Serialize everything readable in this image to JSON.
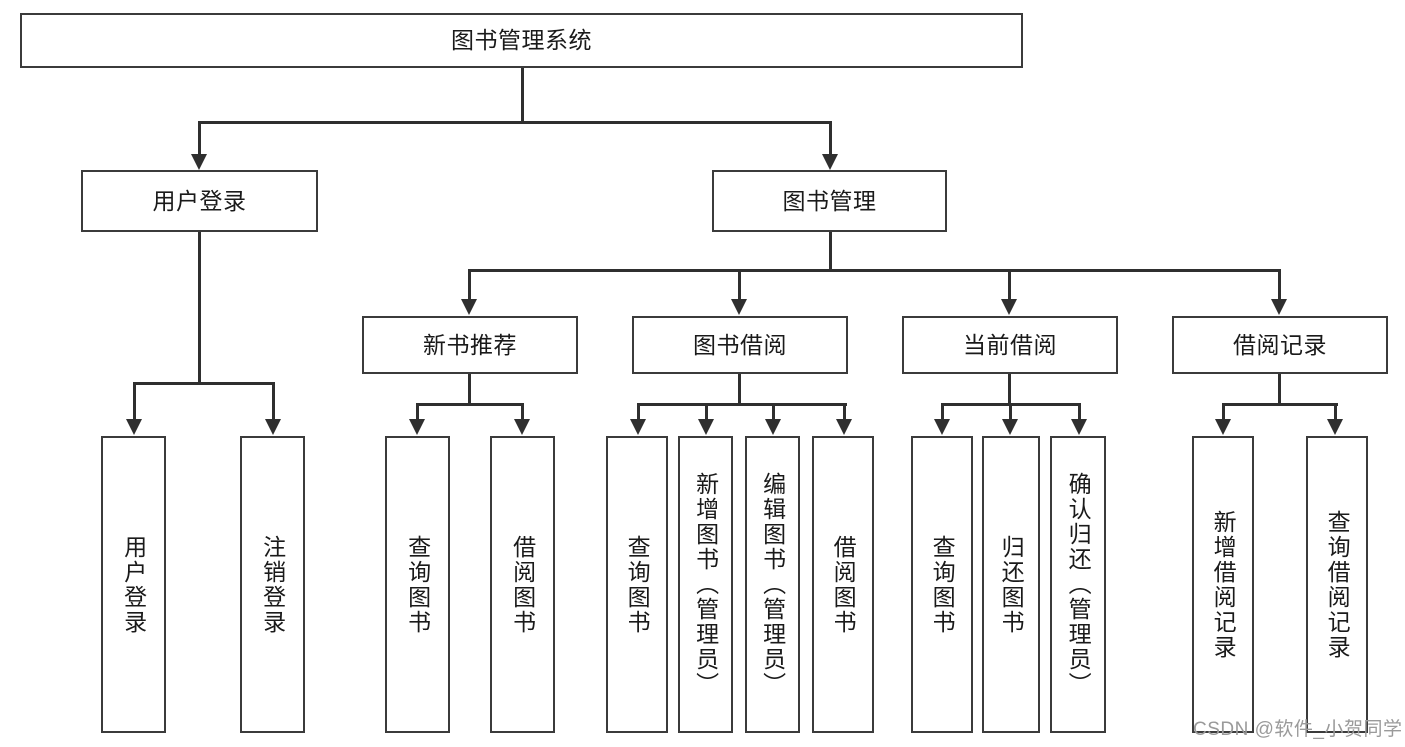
{
  "diagram": {
    "type": "tree-hierarchy-chart",
    "title": "图书管理系统",
    "root": {
      "id": "root",
      "label": "图书管理系统"
    },
    "level2": [
      {
        "id": "user-login",
        "label": "用户登录"
      },
      {
        "id": "book-management",
        "label": "图书管理"
      }
    ],
    "level3": [
      {
        "id": "new-book-recommend",
        "label": "新书推荐"
      },
      {
        "id": "book-borrow",
        "label": "图书借阅"
      },
      {
        "id": "current-borrow",
        "label": "当前借阅"
      },
      {
        "id": "borrow-record",
        "label": "借阅记录"
      }
    ],
    "leaves": {
      "user_login": [
        {
          "id": "leaf-user-login",
          "label": "用户登录"
        },
        {
          "id": "leaf-logout-login",
          "label": "注销登录"
        }
      ],
      "new_book_recommend": [
        {
          "id": "leaf-query-book-1",
          "label": "查询图书"
        },
        {
          "id": "leaf-borrow-book-1",
          "label": "借阅图书"
        }
      ],
      "book_borrow": [
        {
          "id": "leaf-query-book-2",
          "label": "查询图书"
        },
        {
          "id": "leaf-add-book",
          "label": "新增图书（管理员）"
        },
        {
          "id": "leaf-edit-book",
          "label": "编辑图书（管理员）"
        },
        {
          "id": "leaf-borrow-book-2",
          "label": "借阅图书"
        }
      ],
      "current_borrow": [
        {
          "id": "leaf-query-book-3",
          "label": "查询图书"
        },
        {
          "id": "leaf-return-book",
          "label": "归还图书"
        },
        {
          "id": "leaf-confirm-return",
          "label": "确认归还（管理员）"
        }
      ],
      "borrow_record": [
        {
          "id": "leaf-add-record",
          "label": "新增借阅记录"
        },
        {
          "id": "leaf-query-record",
          "label": "查询借阅记录"
        }
      ]
    },
    "colors": {
      "box_border": "#3b3b3b",
      "box_fill": "#ffffff",
      "connector": "#2f2f2f",
      "text": "#1a1a1a",
      "watermark": "#9a9a9a",
      "background": "#ffffff"
    }
  },
  "watermark": {
    "text": "CSDN @软件_小贺同学"
  }
}
